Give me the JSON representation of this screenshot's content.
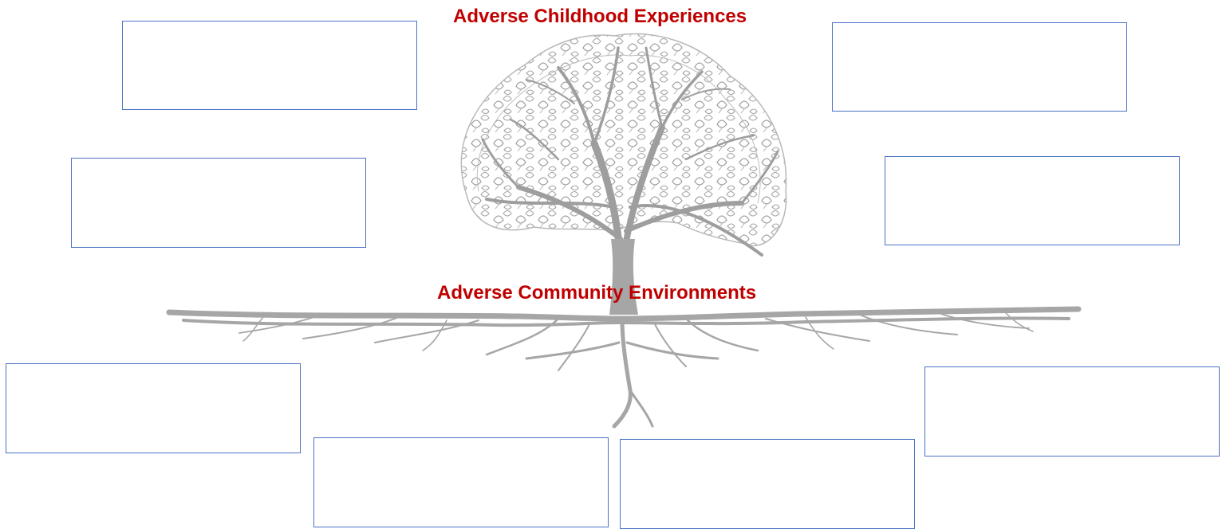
{
  "title_top": "Adverse Childhood Experiences",
  "title_middle": "Adverse Community Environments",
  "colors": {
    "heading": "#c00000",
    "box_border": "#4a72c4",
    "tree": "#a6a6a6"
  },
  "icons": [
    "tree-illustration"
  ],
  "boxes": [
    {
      "text": ""
    },
    {
      "text": ""
    },
    {
      "text": ""
    },
    {
      "text": ""
    },
    {
      "text": ""
    },
    {
      "text": ""
    },
    {
      "text": ""
    },
    {
      "text": ""
    }
  ]
}
